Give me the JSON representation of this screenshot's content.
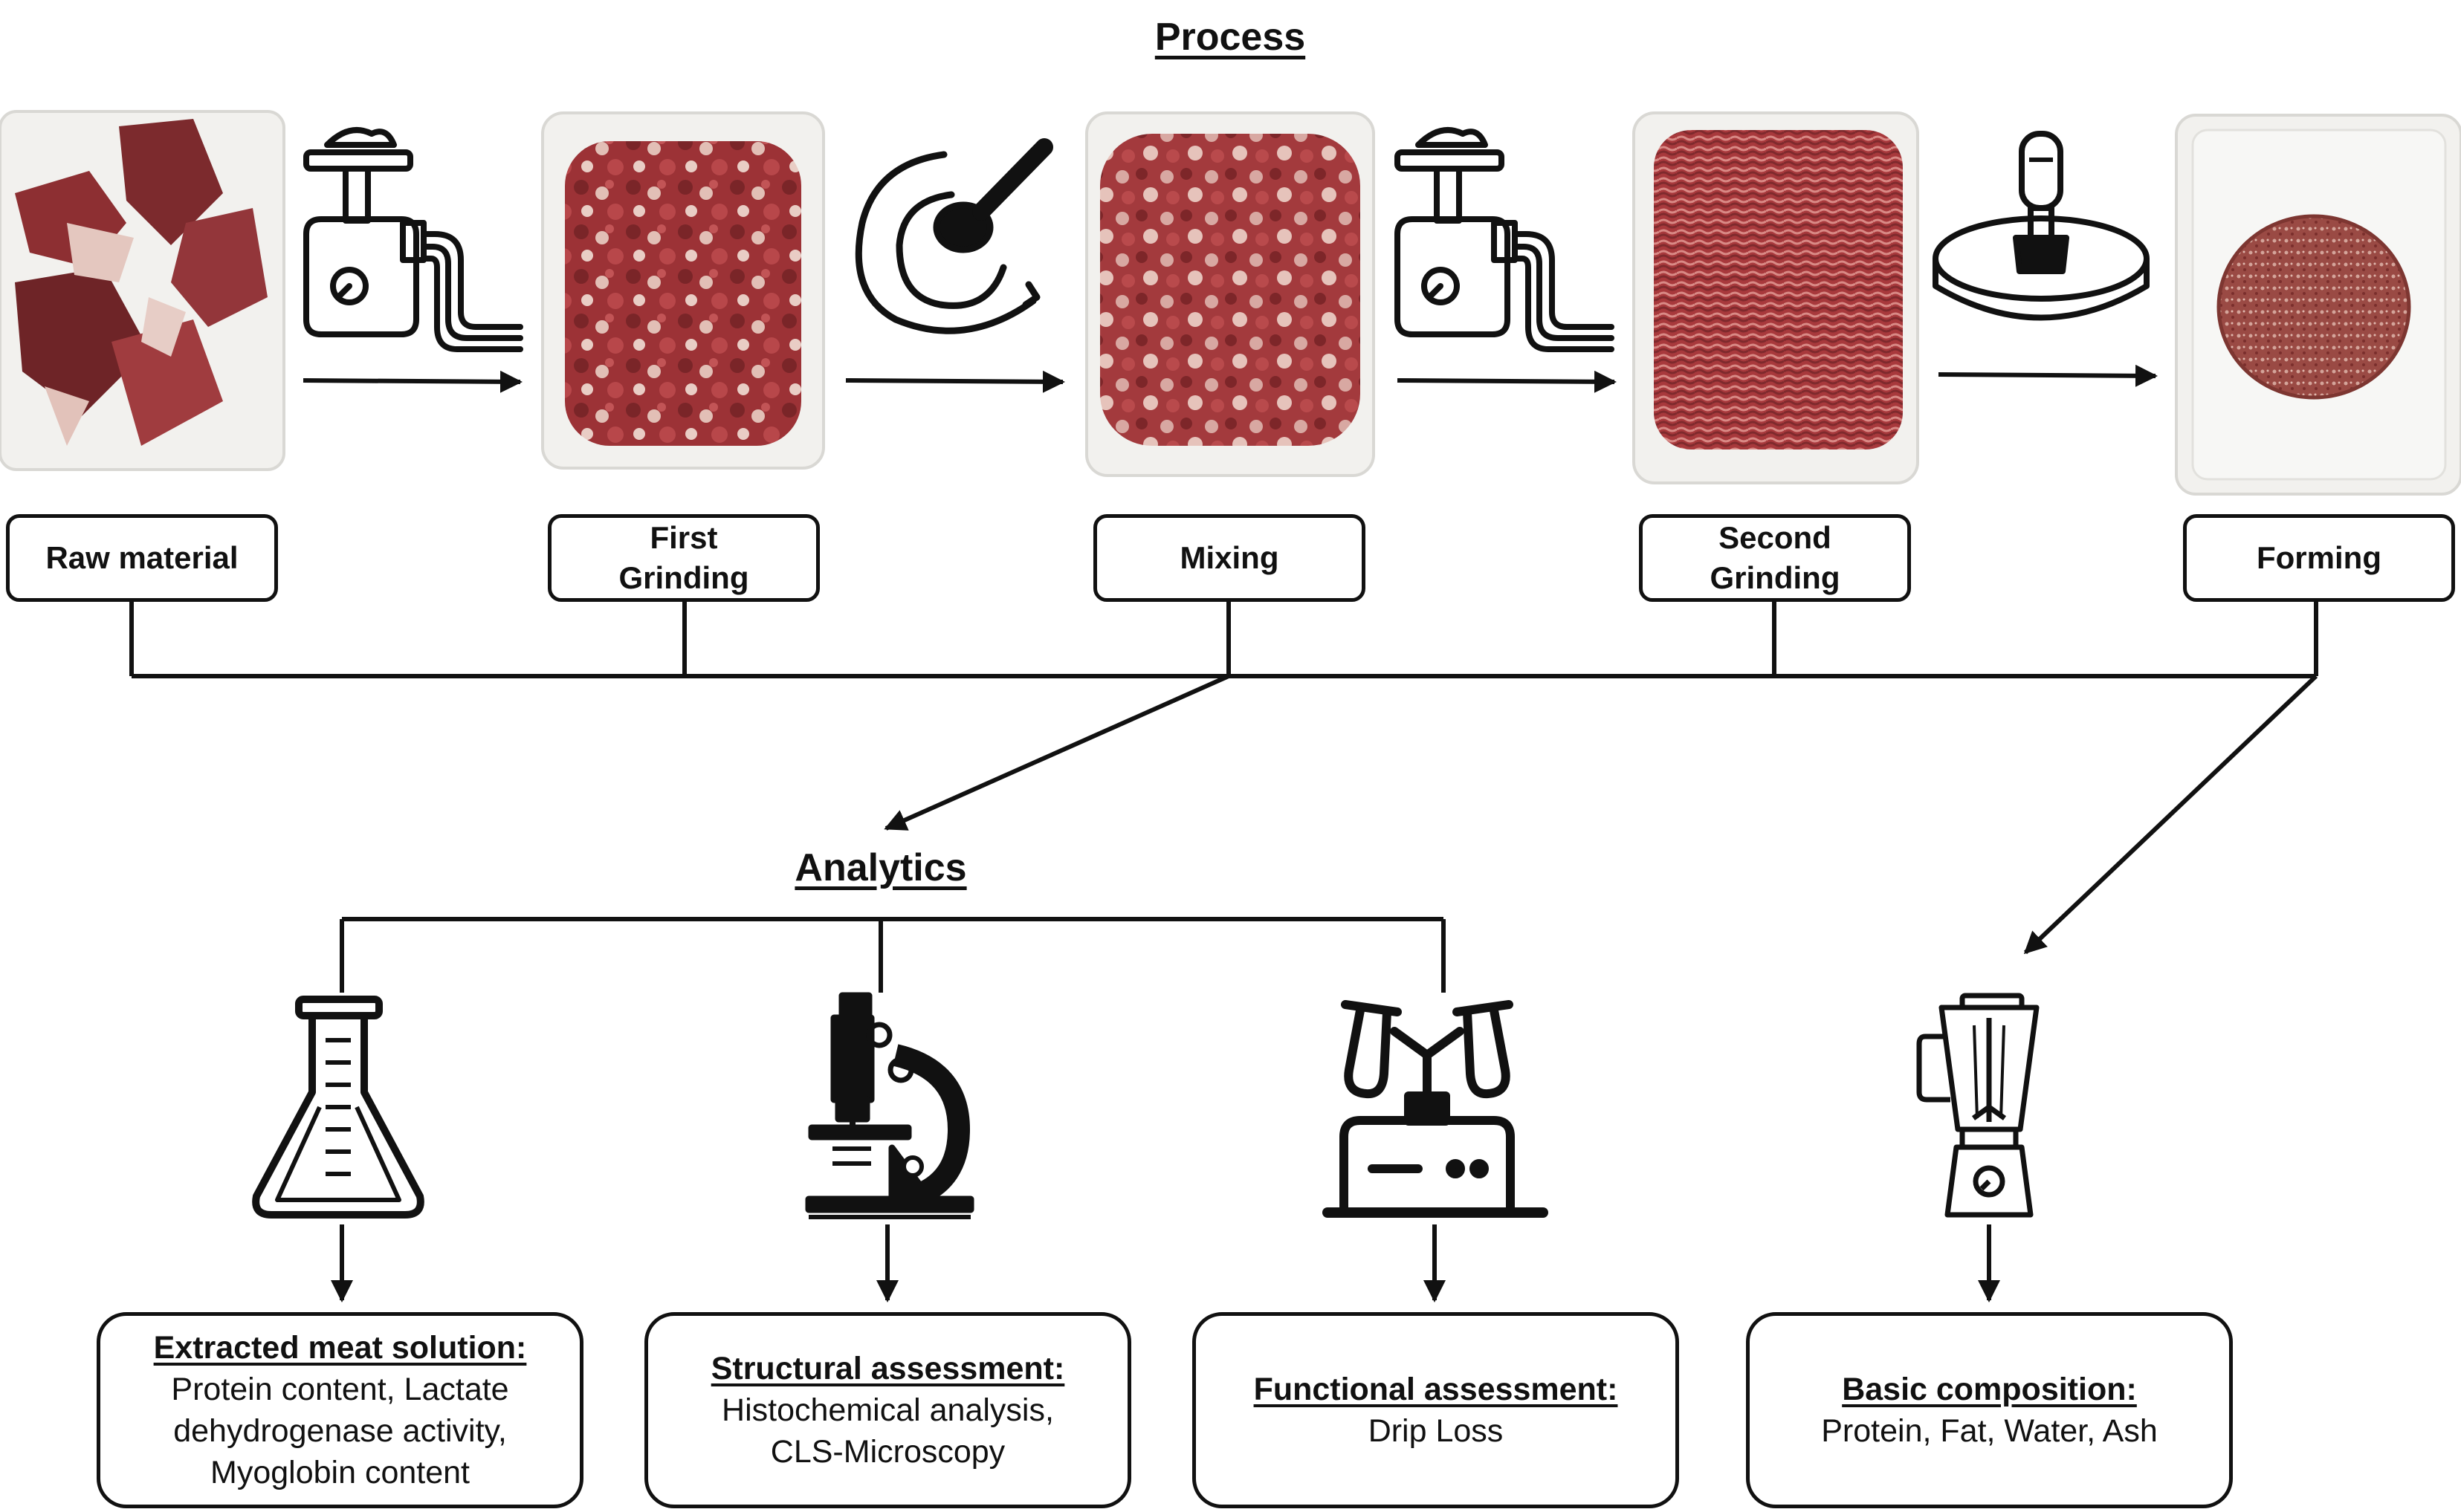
{
  "headings": {
    "process": "Process",
    "analytics": "Analytics"
  },
  "process_steps": [
    {
      "label": "Raw material",
      "photo": "raw-meat-pieces-tray"
    },
    {
      "label": "First\nGrinding",
      "photo": "coarse-ground-meat-tray"
    },
    {
      "label": "Mixing",
      "photo": "mixed-ground-meat-tray"
    },
    {
      "label": "Second\nGrinding",
      "photo": "fine-ground-meat-tray"
    },
    {
      "label": "Forming",
      "photo": "burger-patty-tray"
    }
  ],
  "transition_icons": [
    "meat-grinder-icon",
    "mixing-bowl-icon",
    "meat-grinder-icon",
    "burger-press-icon"
  ],
  "analytics": [
    {
      "icon": "erlenmeyer-flask-icon",
      "title": "Extracted meat solution:",
      "text": "Protein content, Lactate\ndehydrogenase activity,\nMyoglobin content"
    },
    {
      "icon": "microscope-icon",
      "title": "Structural assessment:",
      "text": "Histochemical analysis,\nCLS-Microscopy"
    },
    {
      "icon": "centrifuge-icon",
      "title": "Functional assessment:",
      "text": "Drip Loss"
    },
    {
      "icon": "blender-icon",
      "title": "Basic composition:",
      "text": "Protein, Fat, Water, Ash"
    }
  ],
  "colors": {
    "line": "#111111",
    "tray": "#f1f1ef",
    "meat_dark": "#7a2a2c",
    "meat_red": "#a8393c",
    "meat_light": "#c75a5a",
    "fat": "#e8c8c0"
  }
}
